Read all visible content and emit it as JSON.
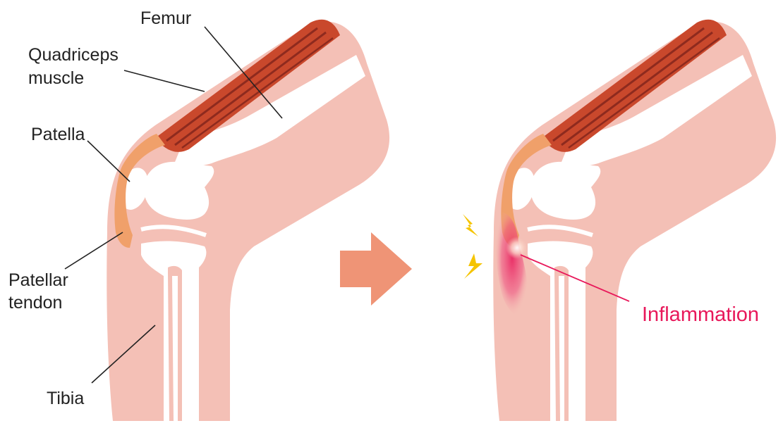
{
  "labels": {
    "femur": "Femur",
    "quadriceps_line1": "Quadriceps",
    "quadriceps_line2": "muscle",
    "patella": "Patella",
    "patellar_tendon_line1": "Patellar",
    "patellar_tendon_line2": "tendon",
    "tibia": "Tibia",
    "inflammation": "Inflammation"
  },
  "colors": {
    "skin": "#f4c0b6",
    "bone": "#ffffff",
    "muscle_dark": "#c9482c",
    "muscle_fiber": "#8e2a1e",
    "tendon": "#f0a06a",
    "arrow": "#ef9476",
    "inflammation": "#e8185a",
    "spark": "#f5c400"
  },
  "icons": {
    "arrow": "right-arrow-icon",
    "spark": "lightning-spark-icon"
  }
}
